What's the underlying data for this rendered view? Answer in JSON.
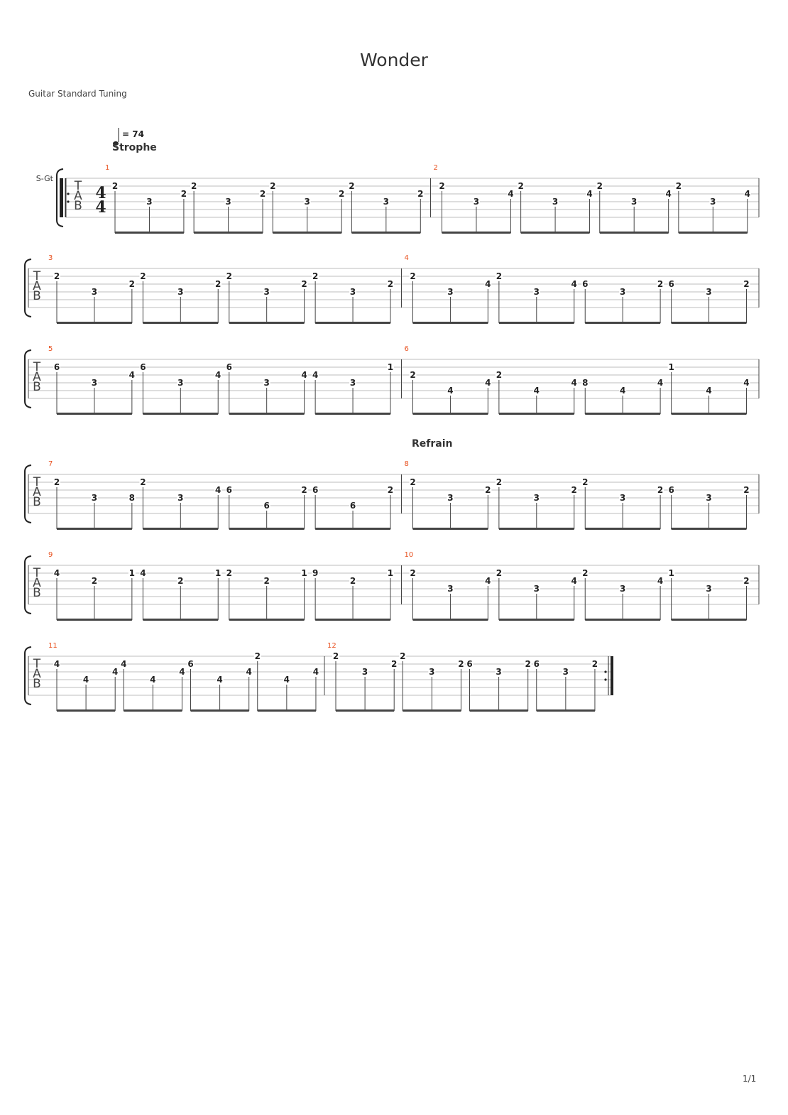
{
  "score": {
    "title": "Wonder",
    "tuning": "Guitar Standard Tuning",
    "tempo": "= 74",
    "track": "S-Gt",
    "time_signature": [
      "4",
      "4"
    ],
    "tab_letters": [
      "T",
      "A",
      "B"
    ],
    "page": "1/1"
  },
  "sections": [
    {
      "name": "Strophe",
      "measure": 1
    },
    {
      "name": "Refrain",
      "measure": 8
    }
  ],
  "measures": [
    {
      "n": "1",
      "notes": [
        [
          1,
          "2"
        ],
        [
          3,
          "3"
        ],
        [
          2,
          "2"
        ],
        [
          1,
          "2"
        ],
        [
          3,
          "3"
        ],
        [
          2,
          "2"
        ],
        [
          1,
          "2"
        ],
        [
          3,
          "3"
        ],
        [
          2,
          "2"
        ],
        [
          1,
          "2"
        ],
        [
          3,
          "3"
        ],
        [
          2,
          "2"
        ]
      ]
    },
    {
      "n": "2",
      "notes": [
        [
          1,
          "2"
        ],
        [
          3,
          "3"
        ],
        [
          2,
          "4"
        ],
        [
          1,
          "2"
        ],
        [
          3,
          "3"
        ],
        [
          2,
          "4"
        ],
        [
          1,
          "2"
        ],
        [
          3,
          "3"
        ],
        [
          2,
          "4"
        ],
        [
          1,
          "2"
        ],
        [
          3,
          "3"
        ],
        [
          2,
          "4"
        ]
      ]
    },
    {
      "n": "3",
      "notes": [
        [
          1,
          "2"
        ],
        [
          3,
          "3"
        ],
        [
          2,
          "2"
        ],
        [
          1,
          "2"
        ],
        [
          3,
          "3"
        ],
        [
          2,
          "2"
        ],
        [
          1,
          "2"
        ],
        [
          3,
          "3"
        ],
        [
          2,
          "2"
        ],
        [
          1,
          "2"
        ],
        [
          3,
          "3"
        ],
        [
          2,
          "2"
        ]
      ]
    },
    {
      "n": "4",
      "notes": [
        [
          1,
          "2"
        ],
        [
          3,
          "3"
        ],
        [
          2,
          "4"
        ],
        [
          1,
          "2"
        ],
        [
          3,
          "3"
        ],
        [
          2,
          "4"
        ],
        [
          2,
          "6"
        ],
        [
          3,
          "3"
        ],
        [
          2,
          "2"
        ],
        [
          2,
          "6"
        ],
        [
          3,
          "3"
        ],
        [
          2,
          "2"
        ]
      ]
    },
    {
      "n": "5",
      "notes": [
        [
          1,
          "6"
        ],
        [
          3,
          "3"
        ],
        [
          2,
          "4"
        ],
        [
          1,
          "6"
        ],
        [
          3,
          "3"
        ],
        [
          2,
          "4"
        ],
        [
          1,
          "6"
        ],
        [
          3,
          "3"
        ],
        [
          2,
          "4"
        ],
        [
          2,
          "4"
        ],
        [
          3,
          "3"
        ],
        [
          1,
          "1"
        ]
      ]
    },
    {
      "n": "6",
      "notes": [
        [
          2,
          "2"
        ],
        [
          4,
          "4"
        ],
        [
          3,
          "4"
        ],
        [
          2,
          "2"
        ],
        [
          4,
          "4"
        ],
        [
          3,
          "4"
        ],
        [
          3,
          "8"
        ],
        [
          4,
          "4"
        ],
        [
          3,
          "4"
        ],
        [
          1,
          "1"
        ],
        [
          4,
          "4"
        ],
        [
          3,
          "4"
        ]
      ]
    },
    {
      "n": "7",
      "notes": [
        [
          1,
          "2"
        ],
        [
          3,
          "3"
        ],
        [
          3,
          "8"
        ],
        [
          1,
          "2"
        ],
        [
          3,
          "3"
        ],
        [
          2,
          "4"
        ],
        [
          2,
          "6"
        ],
        [
          4,
          "6"
        ],
        [
          2,
          "2"
        ],
        [
          2,
          "6"
        ],
        [
          4,
          "6"
        ],
        [
          2,
          "2"
        ]
      ]
    },
    {
      "n": "8",
      "notes": [
        [
          1,
          "2"
        ],
        [
          3,
          "3"
        ],
        [
          2,
          "2"
        ],
        [
          1,
          "2"
        ],
        [
          3,
          "3"
        ],
        [
          2,
          "2"
        ],
        [
          1,
          "2"
        ],
        [
          3,
          "3"
        ],
        [
          2,
          "2"
        ],
        [
          2,
          "6"
        ],
        [
          3,
          "3"
        ],
        [
          2,
          "2"
        ]
      ]
    },
    {
      "n": "9",
      "notes": [
        [
          1,
          "4"
        ],
        [
          2,
          "2"
        ],
        [
          1,
          "1"
        ],
        [
          1,
          "4"
        ],
        [
          2,
          "2"
        ],
        [
          1,
          "1"
        ],
        [
          1,
          "2"
        ],
        [
          2,
          "2"
        ],
        [
          1,
          "1"
        ],
        [
          1,
          "9"
        ],
        [
          2,
          "2"
        ],
        [
          1,
          "1"
        ]
      ]
    },
    {
      "n": "10",
      "notes": [
        [
          1,
          "2"
        ],
        [
          3,
          "3"
        ],
        [
          2,
          "4"
        ],
        [
          1,
          "2"
        ],
        [
          3,
          "3"
        ],
        [
          2,
          "4"
        ],
        [
          1,
          "2"
        ],
        [
          3,
          "3"
        ],
        [
          2,
          "4"
        ],
        [
          1,
          "1"
        ],
        [
          3,
          "3"
        ],
        [
          2,
          "2"
        ]
      ]
    },
    {
      "n": "11",
      "notes": [
        [
          1,
          "4"
        ],
        [
          3,
          "4"
        ],
        [
          2,
          "4"
        ],
        [
          1,
          "4"
        ],
        [
          3,
          "4"
        ],
        [
          2,
          "4"
        ],
        [
          1,
          "6"
        ],
        [
          3,
          "4"
        ],
        [
          2,
          "4"
        ],
        [
          0,
          "2"
        ],
        [
          3,
          "4"
        ],
        [
          2,
          "4"
        ]
      ]
    },
    {
      "n": "12",
      "notes": [
        [
          0,
          "2"
        ],
        [
          2,
          "3"
        ],
        [
          1,
          "2"
        ],
        [
          0,
          "2"
        ],
        [
          2,
          "3"
        ],
        [
          1,
          "2"
        ],
        [
          1,
          "6"
        ],
        [
          2,
          "3"
        ],
        [
          1,
          "2"
        ],
        [
          1,
          "6"
        ],
        [
          2,
          "3"
        ],
        [
          1,
          "2"
        ]
      ]
    }
  ]
}
